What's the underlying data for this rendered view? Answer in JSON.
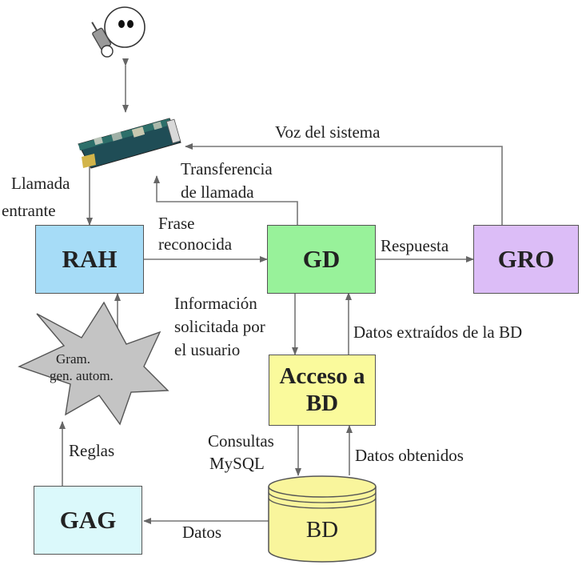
{
  "nodes": {
    "rah": "RAH",
    "gd": "GD",
    "gro": "GRO",
    "acceso": [
      "Acceso a",
      "BD"
    ],
    "gag": "GAG",
    "bd": "BD",
    "gram": [
      "Gram.",
      "gen. autom."
    ]
  },
  "edges": {
    "voz_sistema": "Voz del sistema",
    "transferencia": [
      "Transferencia",
      "de llamada"
    ],
    "llamada_entrante": [
      "Llamada",
      "entrante"
    ],
    "frase_reconocida": [
      "Frase",
      "reconocida"
    ],
    "respuesta": "Respuesta",
    "informacion": [
      "Información",
      "solicitada por",
      "el usuario"
    ],
    "datos_extraidos": "Datos extraídos de la BD",
    "consultas": [
      "Consultas",
      "MySQL"
    ],
    "datos_obtenidos": "Datos obtenidos",
    "reglas": "Reglas",
    "datos": "Datos"
  },
  "colors": {
    "rah": "#a6dcf7",
    "gd": "#98f29a",
    "gro": "#dcbdf7",
    "acceso": "#fafa9c",
    "gag": "#dbf9fb",
    "bd": "#f9f59c",
    "star": "#c4c4c4",
    "line": "#777777"
  },
  "icons": [
    "user-phone-icon",
    "telephony-card-icon"
  ]
}
